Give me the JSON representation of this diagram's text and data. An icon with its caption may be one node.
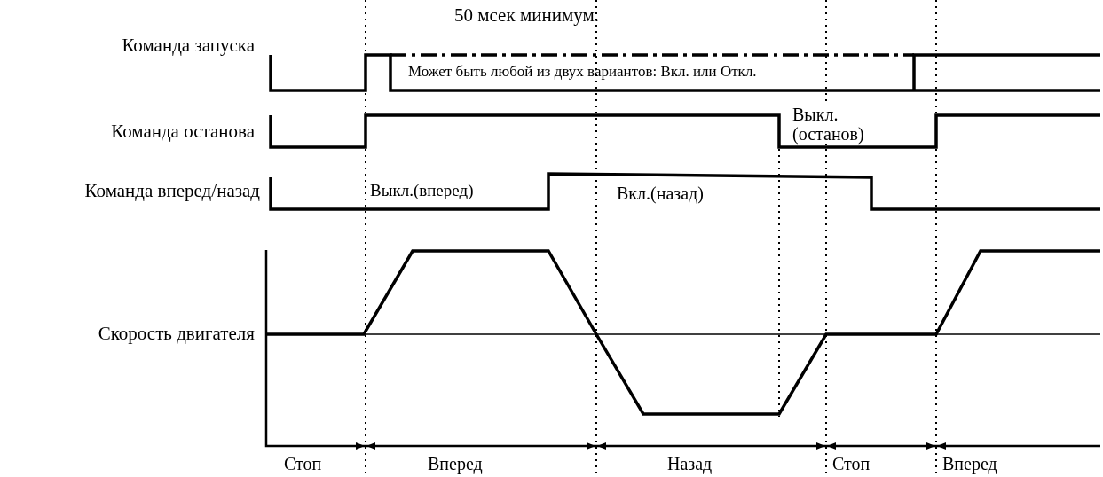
{
  "diagram": {
    "labels": [
      "50 мсек минимум.",
      "Команда запуска",
      "Может быть любой из двух вариантов: Вкл. или Откл.",
      "Команда останова",
      "Выкл. (останов)",
      "Команда вперед/назад",
      "Выкл.(вперед)",
      "Вкл.(назад)",
      "Скорость двигателя",
      "Стоп",
      "Вперед",
      "Назад",
      "Стоп",
      "Вперед"
    ]
  }
}
